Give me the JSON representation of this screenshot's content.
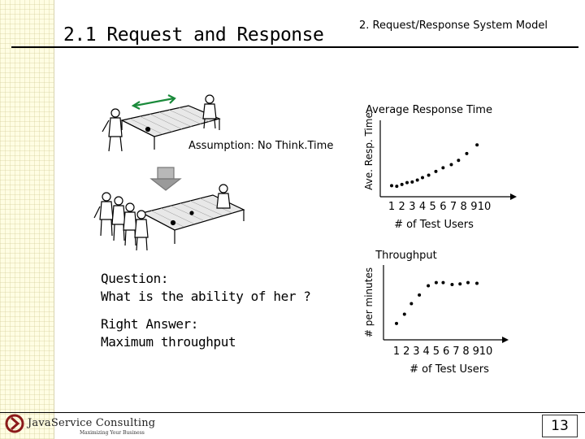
{
  "slide": {
    "title": "2.1 Request and Response",
    "section": "2. Request/Response System Model",
    "assumption": "Assumption: No Think.Time",
    "question_label": "Question:",
    "question_text": "What is the ability of her ?",
    "answer_label": "Right Answer:",
    "answer_text": "Maximum throughput",
    "page_number": "13"
  },
  "logo": {
    "name": "JavaService Consulting",
    "tagline": "Maximizing Your Business",
    "color": "#8b1a1a"
  },
  "chart_data": [
    {
      "type": "scatter",
      "title": "Average Response Time",
      "xlabel": "# of Test Users",
      "ylabel": "Ave. Resp. Time",
      "x_ticks": [
        "1",
        "2",
        "3",
        "4",
        "5",
        "6",
        "7",
        "8",
        "9",
        "10"
      ],
      "xlim": [
        1,
        10
      ],
      "ylim": [
        0,
        10
      ],
      "grid": false,
      "points": [
        {
          "x": 1.0,
          "y": 1.0
        },
        {
          "x": 1.5,
          "y": 0.9
        },
        {
          "x": 2.0,
          "y": 1.2
        },
        {
          "x": 2.5,
          "y": 1.5
        },
        {
          "x": 3.0,
          "y": 1.6
        },
        {
          "x": 3.5,
          "y": 1.9
        },
        {
          "x": 4.0,
          "y": 2.3
        },
        {
          "x": 4.6,
          "y": 2.7
        },
        {
          "x": 5.3,
          "y": 3.3
        },
        {
          "x": 6.0,
          "y": 3.9
        },
        {
          "x": 6.8,
          "y": 4.4
        },
        {
          "x": 7.5,
          "y": 5.1
        },
        {
          "x": 8.3,
          "y": 6.2
        },
        {
          "x": 9.3,
          "y": 7.6
        }
      ]
    },
    {
      "type": "scatter",
      "title": "Throughput",
      "xlabel": "# of Test Users",
      "ylabel": "# per minutes",
      "x_ticks": [
        "1",
        "2",
        "3",
        "4",
        "5",
        "6",
        "7",
        "8",
        "9",
        "10"
      ],
      "xlim": [
        1,
        10
      ],
      "ylim": [
        0,
        10
      ],
      "grid": false,
      "points": [
        {
          "x": 1.0,
          "y": 1.6
        },
        {
          "x": 1.8,
          "y": 3.1
        },
        {
          "x": 2.5,
          "y": 4.8
        },
        {
          "x": 3.3,
          "y": 6.2
        },
        {
          "x": 4.2,
          "y": 7.7
        },
        {
          "x": 5.0,
          "y": 8.2
        },
        {
          "x": 5.7,
          "y": 8.2
        },
        {
          "x": 6.6,
          "y": 7.9
        },
        {
          "x": 7.4,
          "y": 8.0
        },
        {
          "x": 8.2,
          "y": 8.2
        },
        {
          "x": 9.1,
          "y": 8.1
        }
      ]
    }
  ]
}
